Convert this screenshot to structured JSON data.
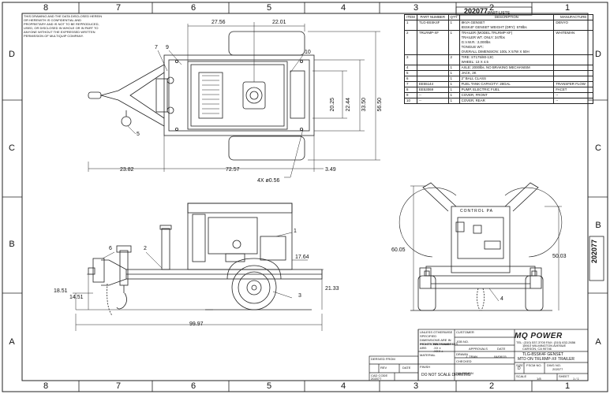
{
  "zones": {
    "columns": [
      "8",
      "7",
      "6",
      "5",
      "4",
      "3",
      "2",
      "1"
    ],
    "rows": [
      "D",
      "C",
      "B",
      "A"
    ]
  },
  "drawing_number": "202077",
  "confidential_note": "THIS DRAWING AND THE DATA DISCLOSED HEREIN OR HEREWITH IS CONFIDENTIAL AND PROPRIETARY AND IS NOT TO BE REPRODUCED, USED, OR DISCLOSED IN WHOLE OR IN PART TO ANYONE WITHOUT THE EXPRESSED WRITTEN PERMISSION OF MULTIQUIP COMPANY.",
  "dimensions": {
    "top_w1": "27.56",
    "top_w2": "22.01",
    "top_h1": "20.25",
    "top_h2": "22.44",
    "top_h3": "33.50",
    "top_h4": "56.50",
    "top_l1": "23.82",
    "top_l2": "72.57",
    "top_l3": "3.49",
    "holes": "4X ø0.56",
    "side_h1": "18.51",
    "side_h2": "14.51",
    "side_h3": "17.64",
    "side_h4": "21.33",
    "side_len": "99.97",
    "rear_h1": "60.05",
    "rear_h2": "50.03"
  },
  "callouts": [
    "7",
    "9",
    "10",
    "5",
    "6",
    "2",
    "1",
    "3",
    "4"
  ],
  "rear_panel_label": "CONTROL PA",
  "parts_list": {
    "title": "PART LISTS",
    "headers": [
      "ITEM",
      "PART NUMBER",
      "QTY",
      "DESCRIPTION",
      "MANUFACTURE"
    ],
    "rows": [
      {
        "item": "1",
        "part": "TLG-8SSK4F",
        "qty": "1",
        "desc": [
          "8KVA GENSET",
          "8SSK4F GENSET WEIGHT (DRY): 578lbs"
        ],
        "mfr": "DENYO"
      },
      {
        "item": "2",
        "part": "TRLRMP-XF",
        "qty": "1",
        "desc": [
          "TRAILER (MODEL:TRLRMP-XF)",
          "TRAILER WT. ONLY: 347lbs",
          "G.V.W.R.: 2,000lbs",
          "TONGUE WT.:",
          "OVERALL DIMENSION: 100L X 57W X 50H"
        ],
        "mfr": "WHITEMAN"
      },
      {
        "item": "3",
        "part": "",
        "qty": "2",
        "desc": [
          "TIRE: ST175/80-13C",
          "WHEEL: 13 X 4.5"
        ],
        "mfr": ""
      },
      {
        "item": "4",
        "part": "",
        "qty": "1",
        "desc": [
          "AXLE: 2000lbs. NO BRAKING MECHANISM"
        ],
        "mfr": ""
      },
      {
        "item": "5",
        "part": "",
        "qty": "1",
        "desc": [
          "JACK, 2K"
        ],
        "mfr": ""
      },
      {
        "item": "6",
        "part": "",
        "qty": "1",
        "desc": [
          "2\" BALL CLASS"
        ],
        "mfr": ""
      },
      {
        "item": "7",
        "part": "EE55144",
        "qty": "1",
        "desc": [
          "FUEL TANK CAPACITY: 28GAL"
        ],
        "mfr": "TRANSFER FLOW"
      },
      {
        "item": "8",
        "part": "EE53069",
        "qty": "1",
        "desc": [
          "PUMP, ELECTRIC FUEL"
        ],
        "mfr": "FACET"
      },
      {
        "item": "9",
        "part": "--",
        "qty": "1",
        "desc": [
          "COVER, FRONT"
        ],
        "mfr": "--"
      },
      {
        "item": "10",
        "part": "--",
        "qty": "1",
        "desc": [
          "COVER, REAR"
        ],
        "mfr": "--"
      }
    ]
  },
  "title_block": {
    "tolerance_note": "UNLESS OTHERWISE SPECIFIED DIMENSIONS ARE IN INCHES TOLERANCES ARE:",
    "fractions": "FRACTIONS",
    "decimals": "DECIMALS",
    "angles": "ANGLES",
    "dec1": ".XX ±",
    "dec2": ".XXX ±",
    "customer_label": "CUSTOMER",
    "job_label": "JOB NO.",
    "approvals_label": "APPROVALS",
    "date_label": "DATE",
    "material_label": "MATERIAL",
    "drawn_label": "DRAWN",
    "drawn_by": "J. TRAN",
    "drawn_date": "04/08/15",
    "finish_label": "FINISH",
    "checked_label": "CHECKED",
    "derived_from": "DERIVED FROM",
    "rev_label": "REV",
    "date2_label": "DATE",
    "cad_code_label": "CAD CODE",
    "cad_code": "202077",
    "do_not_scale": "DO NOT SCALE DRAWING",
    "salesman_label": "SALESMAN",
    "company": "MQ POWER",
    "company_contact": "TEL: (310) 537-3700  FAX: (310) 632-2656",
    "address1": "18910 WILMINGTON AVENUE",
    "address2": "CARSON, CA 90746",
    "title_line1": "TLG-8SSK4F GENSET",
    "title_line2": "MTD ON TRLRMP-XF TRAILER",
    "size_label": "SIZE",
    "size": "D",
    "fscm_label": "FSCM NO.",
    "dwg_no_label": "DWG NO.",
    "scale_label": "SCALE",
    "scale": "1/8",
    "sheet_label": "SHEET",
    "sheet": "1 / 1"
  }
}
